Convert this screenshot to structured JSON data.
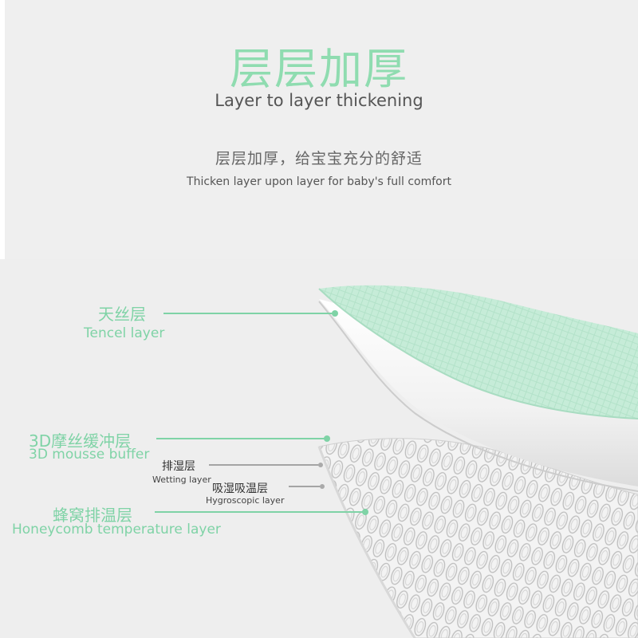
{
  "header": {
    "title_cn": "层层加厚",
    "title_en": "Layer to layer thickening",
    "subtitle_cn": "层层加厚，给宝宝充分的舒适",
    "subtitle_en": "Thicken layer upon layer for baby's full comfort"
  },
  "layers": [
    {
      "cn": "天丝层",
      "en": "Tencel layer"
    },
    {
      "cn": "3D摩丝缓冲层",
      "en": "3D mousse buffer"
    },
    {
      "cn": "排湿层",
      "en": "Wetting layer"
    },
    {
      "cn": "吸湿吸温层",
      "en": "Hygroscopic layer"
    },
    {
      "cn": "蜂窝排温层",
      "en": "Honeycomb temperature layer"
    }
  ],
  "colors": {
    "accent_green": "#7fd3a6",
    "tencel_top": "#c8eedb",
    "background": "#eeeeee"
  }
}
